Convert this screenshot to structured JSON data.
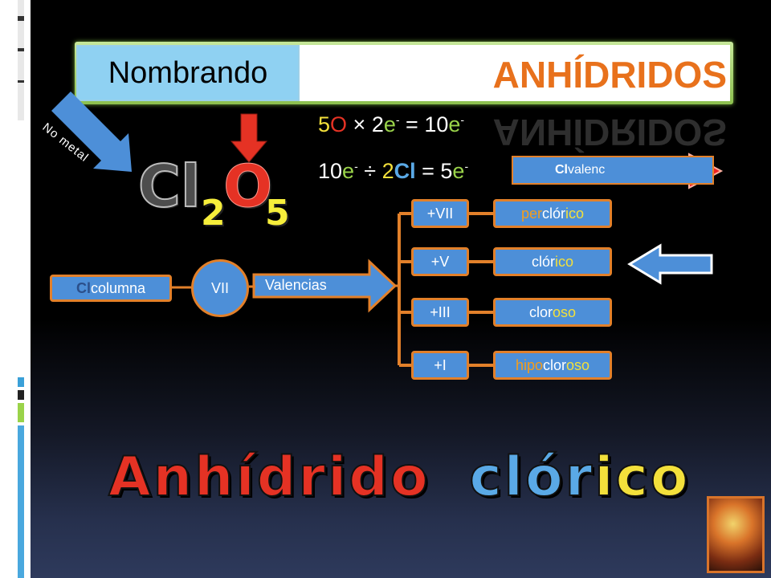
{
  "title": {
    "left": "Nombrando",
    "right": "ANHÍDRIDOS"
  },
  "no_metal": "No metal",
  "formula": {
    "element": "Cl",
    "sub1": "2",
    "oxygen": "O",
    "sub2": "5"
  },
  "eq1": {
    "p1": "5",
    "p2": "O",
    "p3": " × 2",
    "p4": "e",
    "p5": "-",
    "p6": " = 10",
    "p7": "e",
    "p8": "-"
  },
  "eq2": {
    "p1": "10",
    "p2": "e",
    "p3": "-",
    "p4": " ÷ ",
    "p5": "2",
    "p6": "Cl",
    "p7": " = 5",
    "p8": "e",
    "p9": "-"
  },
  "valencia_box": {
    "cl": "Cl",
    "text": " valenc"
  },
  "column_box": {
    "cl": "Cl",
    "text": " columna"
  },
  "circle_label": "VII",
  "valencias_label": "Valencias",
  "oxidation_states": [
    "+VII",
    "+V",
    "+III",
    "+I"
  ],
  "names": [
    {
      "pre": "per",
      "mid": "clór",
      "suf": "ico"
    },
    {
      "pre": "",
      "mid": "clór",
      "suf": "ico"
    },
    {
      "pre": "",
      "mid": "clor",
      "suf": "oso"
    },
    {
      "pre": "hipo",
      "mid": "clor",
      "suf": "oso"
    }
  ],
  "big_title": {
    "w1": "Anhídrido",
    "w2a": "clór",
    "w2b": "ico"
  },
  "colors": {
    "title_orange": "#e8711c",
    "title_blue_box": "#8fd1f2",
    "title_green_border": "#8cc04e",
    "box_blue": "#4d8fd8",
    "box_border": "#e2802a",
    "oxygen_red": "#e53224",
    "subscript_yellow": "#f6ee3b",
    "word_blue": "#5aa9e6",
    "suffix_yellow": "#f3e03b",
    "prefix_orange": "#f59d1a"
  }
}
